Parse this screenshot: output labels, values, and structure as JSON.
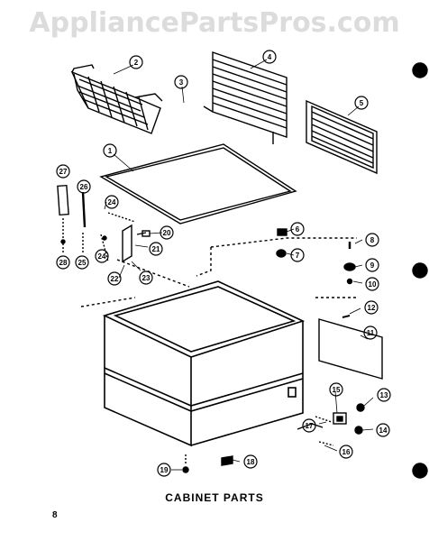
{
  "watermark": "AppliancePartsPros.com",
  "title": "CABINET PARTS",
  "page_number": "8",
  "callouts": [
    "1",
    "2",
    "3",
    "4",
    "5",
    "6",
    "7",
    "8",
    "9",
    "10",
    "11",
    "12",
    "13",
    "14",
    "15",
    "16",
    "17",
    "18",
    "19",
    "20",
    "21",
    "22",
    "23",
    "24",
    "24",
    "25",
    "26",
    "27",
    "28"
  ],
  "colors": {
    "ink": "#000000",
    "paper": "#ffffff",
    "watermark": "#dcdcdc"
  }
}
